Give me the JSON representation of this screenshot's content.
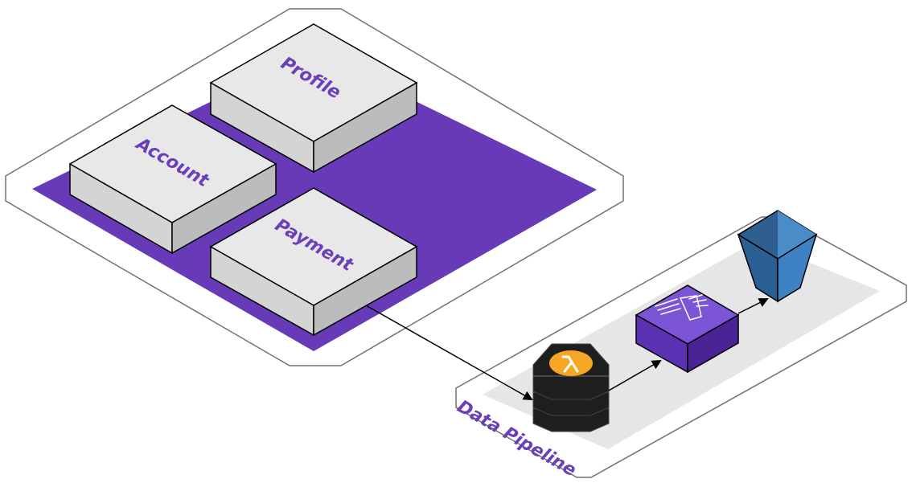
{
  "diagram": {
    "services": {
      "profile": "Profile",
      "account": "Account",
      "payment": "Payment"
    },
    "pipeline": {
      "label": "Data Pipeline",
      "components": [
        "lambda-function-icon",
        "kinesis-firehose-icon",
        "s3-bucket-icon"
      ]
    },
    "flows": [
      {
        "from": "Payment",
        "to": "lambda-function-icon"
      },
      {
        "from": "lambda-function-icon",
        "to": "kinesis-firehose-icon"
      },
      {
        "from": "kinesis-firehose-icon",
        "to": "s3-bucket-icon"
      }
    ],
    "colors": {
      "platform": "#673ab7",
      "block_top": "#e8e8e8",
      "block_left": "#d4d4d4",
      "block_right": "#bcbcbc",
      "pipeline_band": "#e6e6e8",
      "firehose": "#6a3fc2",
      "bucket": "#3a78b4",
      "lambda_badge": "#f5a623",
      "label_text": "#6a3fb8"
    }
  }
}
